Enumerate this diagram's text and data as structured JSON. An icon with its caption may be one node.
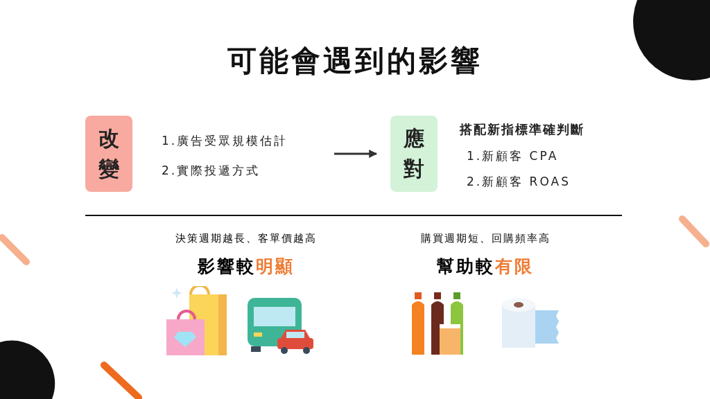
{
  "diagram": {
    "title": "可能會遇到的影響",
    "nodes": [
      {
        "text": [
          "改變"
        ],
        "beside": [
          "1.廣告受眾規模估計",
          "2.實際投遞方式"
        ]
      },
      {
        "text": [
          "應對"
        ],
        "beside": [
          "搭配新指標準確判斷",
          "1.新顧客 CPA",
          "2.新顧客 ROAS"
        ]
      }
    ],
    "edges": [
      {
        "from": null,
        "to": 1,
        "arrow": "to"
      }
    ],
    "labels": [
      "決策週期越長、客單價越高",
      "影響較**明顯**",
      "購買週期短、回購頻率高",
      "幫助較**有限**"
    ]
  }
}
